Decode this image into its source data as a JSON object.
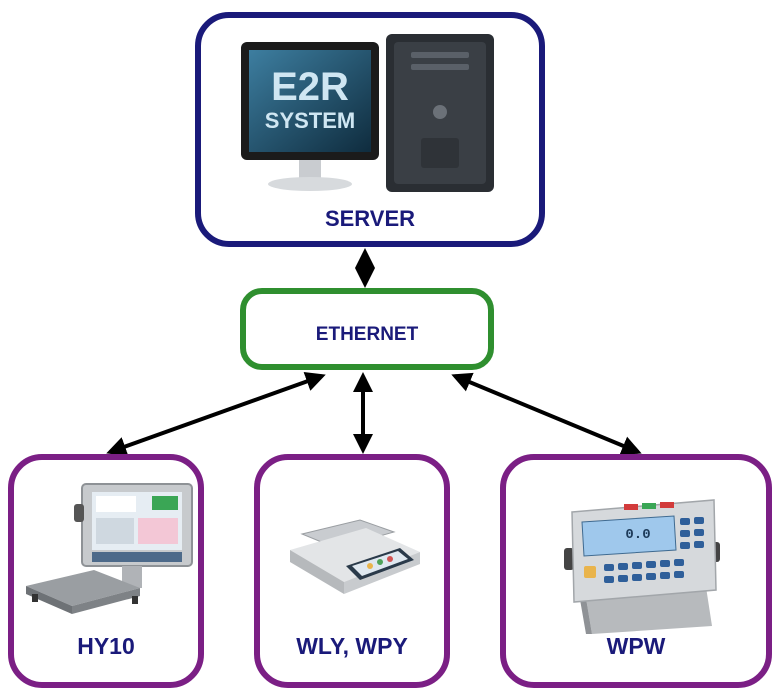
{
  "diagram": {
    "server": {
      "label": "SERVER",
      "logo_line1": "E2R",
      "logo_line2": "SYSTEM"
    },
    "network": {
      "label": "ETHERNET"
    },
    "devices": [
      {
        "label": "HY10"
      },
      {
        "label": "WLY, WPY"
      },
      {
        "label": "WPW",
        "display_value": "0.0"
      }
    ],
    "colors": {
      "server_border": "#1a1a7a",
      "network_border": "#2f8f2f",
      "device_border": "#7b1f85",
      "label_text": "#1a1a7a"
    }
  }
}
